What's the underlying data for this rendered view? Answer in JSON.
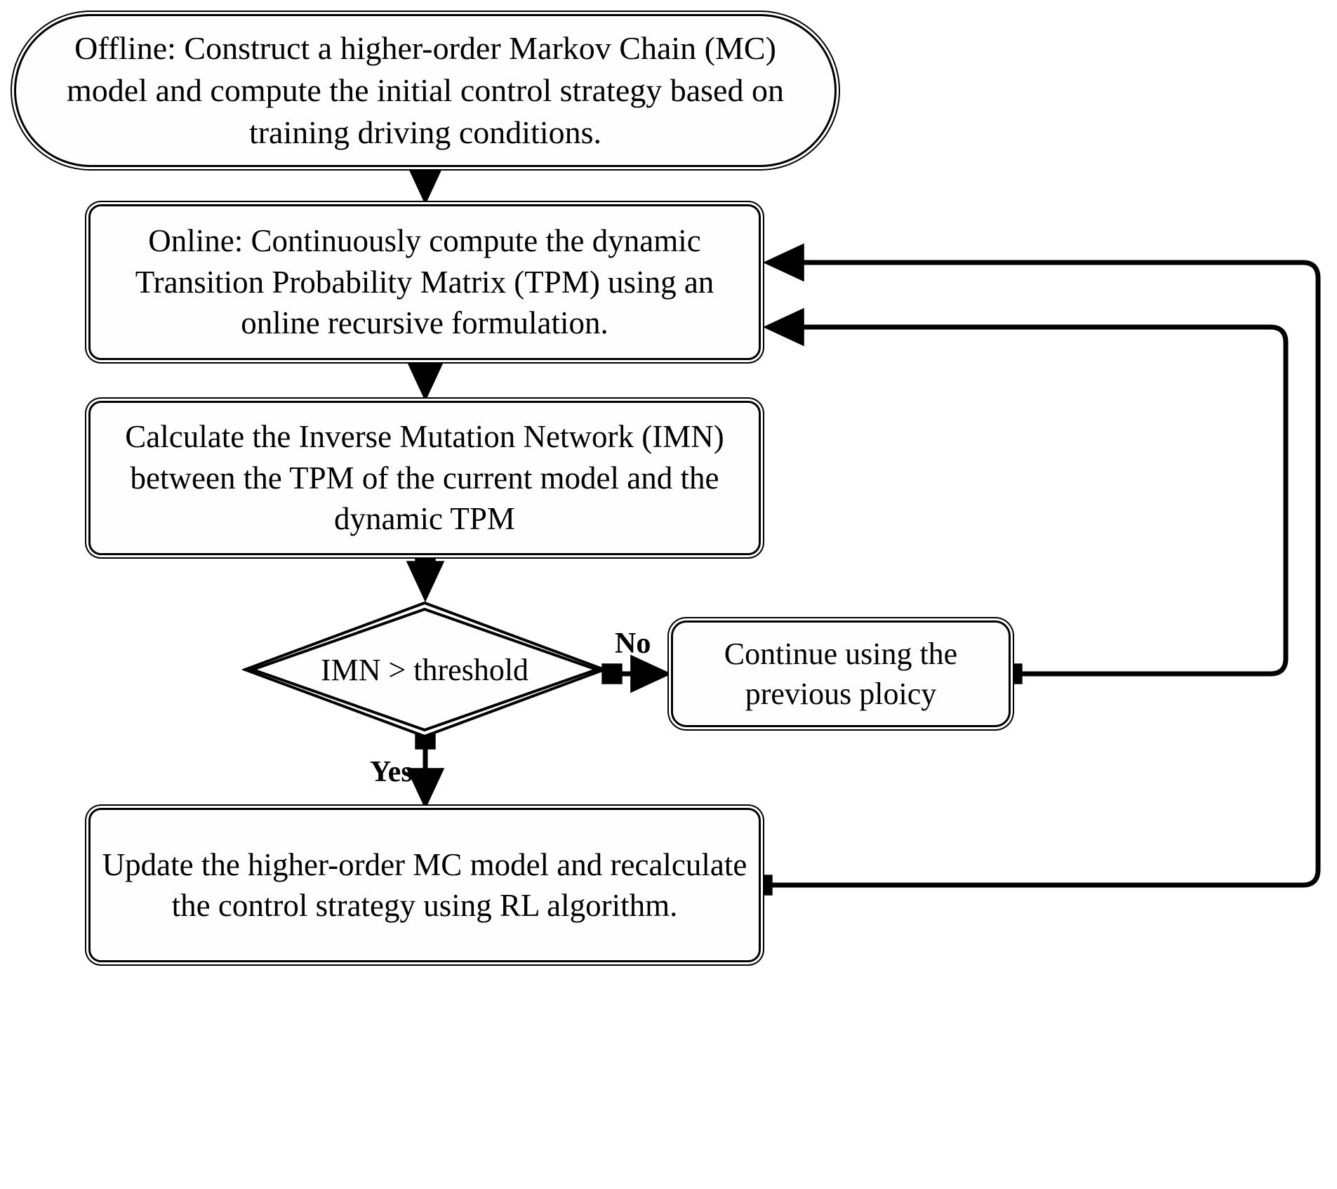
{
  "diagram": {
    "type": "flowchart",
    "title": "Adaptive higher-order Markov Chain energy management flowchart",
    "colors": {
      "stroke": "#000000",
      "fill": "#fefefe",
      "background": "#ffffff"
    },
    "nodes": [
      {
        "id": "terminal",
        "shape": "stadium",
        "text": "Offline: Construct a higher-order Markov Chain (MC) model and compute the initial control strategy based on training driving conditions."
      },
      {
        "id": "online",
        "shape": "rounded-rect",
        "text": "Online: Continuously compute the dynamic Transition Probability Matrix (TPM) using an online recursive formulation."
      },
      {
        "id": "calculate",
        "shape": "rounded-rect",
        "text": "Calculate the Inverse Mutation Network (IMN) between the TPM of the current model and the dynamic TPM"
      },
      {
        "id": "decision",
        "shape": "diamond",
        "text": "IMN > threshold"
      },
      {
        "id": "continue",
        "shape": "rounded-rect",
        "text": "Continue using the previous ploicy"
      },
      {
        "id": "update",
        "shape": "rounded-rect",
        "text": "Update the higher-order MC model and recalculate the control strategy using RL algorithm."
      }
    ],
    "edges": [
      {
        "id": "e1",
        "from": "terminal",
        "to": "online",
        "label": ""
      },
      {
        "id": "e2",
        "from": "online",
        "to": "calculate",
        "label": ""
      },
      {
        "id": "e3",
        "from": "calculate",
        "to": "decision",
        "label": ""
      },
      {
        "id": "e4",
        "from": "decision",
        "to": "continue",
        "label": "No"
      },
      {
        "id": "e5",
        "from": "decision",
        "to": "update",
        "label": "Yes"
      },
      {
        "id": "e6",
        "from": "continue",
        "to": "online",
        "label": ""
      },
      {
        "id": "e7",
        "from": "update",
        "to": "online",
        "label": ""
      }
    ],
    "labels": {
      "no": "No",
      "yes": "Yes"
    }
  }
}
